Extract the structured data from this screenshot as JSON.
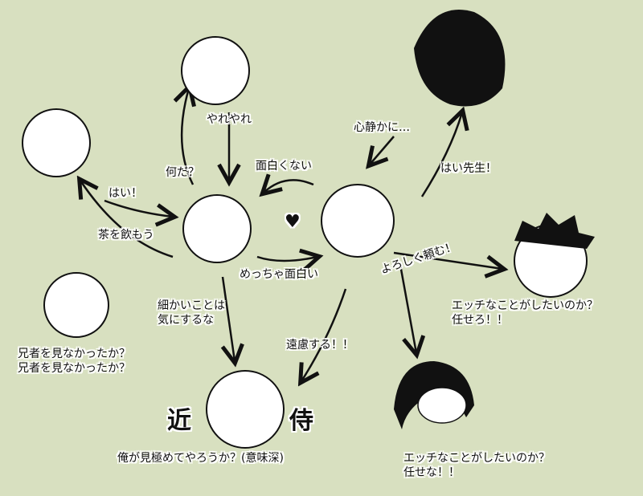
{
  "labels": {
    "yareyare": "やれやれ",
    "nanda": "何だ？",
    "hai": "はい！",
    "cha": "茶を飲もう",
    "omoshirokunai": "面白くない",
    "kokoro": "心静かに…",
    "hai_sensei": "はい先生！",
    "meccha": "めっちゃ面白い",
    "yoroshiku": "よろしく頼む！",
    "komakai": [
      "細かいことは",
      "気にするな"
    ],
    "enryo": "遠慮する！！",
    "ecchi_makasero": [
      "エッチなことがしたいのか？",
      "任せろ！！"
    ],
    "anija": [
      "兄者を見なかったか？",
      "兄者を見なかったか？"
    ],
    "kinji_left": "近",
    "kinji_right": "侍",
    "ore": "俺が見極めてやろうか？(意味深)",
    "ecchi_makasena": [
      "エッチなことがしたいのか？",
      "任せな！！"
    ]
  },
  "heart_icon": "♥",
  "colors": {
    "background": "#d8e0c0",
    "ink": "#111111"
  }
}
